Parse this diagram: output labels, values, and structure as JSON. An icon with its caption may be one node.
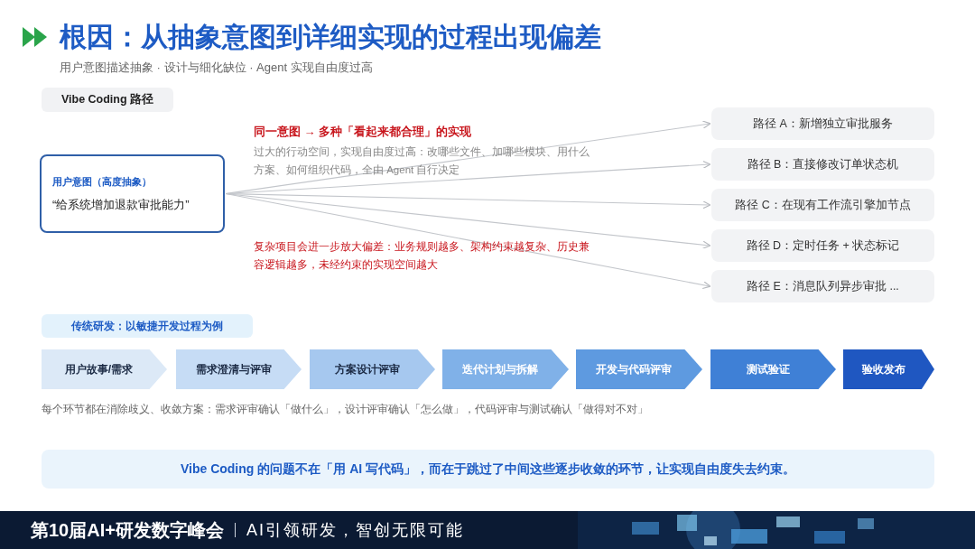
{
  "diagram": {
    "title": "根因：从抽象意图到详细实现的过程出现偏差",
    "nodes": [
      {
        "text": [
          "Vibe Coding 路径"
        ]
      },
      {
        "text": [
          "用户意图（高度抽象）",
          "“给系统增加退款审批能力”"
        ]
      },
      {
        "text": [
          "路径 A：新增独立审批服务"
        ]
      },
      {
        "text": [
          "路径 B：直接修改订单状态机"
        ]
      },
      {
        "text": [
          "路径 C：在现有工作流引擎加节点"
        ]
      },
      {
        "text": [
          "路径 D：定时任务 + 状态标记"
        ]
      },
      {
        "text": [
          "路径 E：消息队列异步审批 ..."
        ]
      },
      {
        "text": [
          "传统研发：以敏捷开发过程为例"
        ]
      },
      {
        "text": [
          "用户故事/需求"
        ]
      },
      {
        "text": [
          "需求澄清与评审"
        ]
      },
      {
        "text": [
          "方案设计评审"
        ]
      },
      {
        "text": [
          "迭代计划与拆解"
        ]
      },
      {
        "text": [
          "开发与代码评审"
        ]
      },
      {
        "text": [
          "测试验证"
        ]
      },
      {
        "text": [
          "验收发布"
        ]
      },
      {
        "text": [
          "Vibe Coding 的问题不在「用 AI 写代码」，而在于跳过了中间这些逐步收敛的环节，让实现自由度失去约束。"
        ]
      }
    ],
    "edges": [
      {
        "from": 1,
        "to": 2,
        "arrow": "to"
      },
      {
        "from": 1,
        "to": 3,
        "arrow": "to"
      },
      {
        "from": 1,
        "to": 4,
        "arrow": "to"
      },
      {
        "from": 1,
        "to": 5,
        "arrow": "to"
      },
      {
        "from": 1,
        "to": 6,
        "arrow": "to"
      }
    ],
    "labels": [
      "用户意图描述抽象 · 设计与细化缺位 · Agent 实现自由度过高",
      "同一意图 → 多种「看起来都合理」的实现",
      "过大的行动空间，实现自由度过高：改哪些文件、加哪些模块、用什么方案、如何组织代码，全由 Agent 自行决定",
      "复杂项目会进一步放大偏差：业务规则越多、架构约束越复杂、历史兼容逻辑越多，未经约束的实现空间越大",
      "每个环节都在消除歧义、收敛方案：需求评审确认「做什么」，设计评审确认「怎么做」，代码评审与测试确认「做得对不对」",
      "第10届AI+研发数字峰会",
      "AI引领研发，智创无限可能"
    ]
  }
}
